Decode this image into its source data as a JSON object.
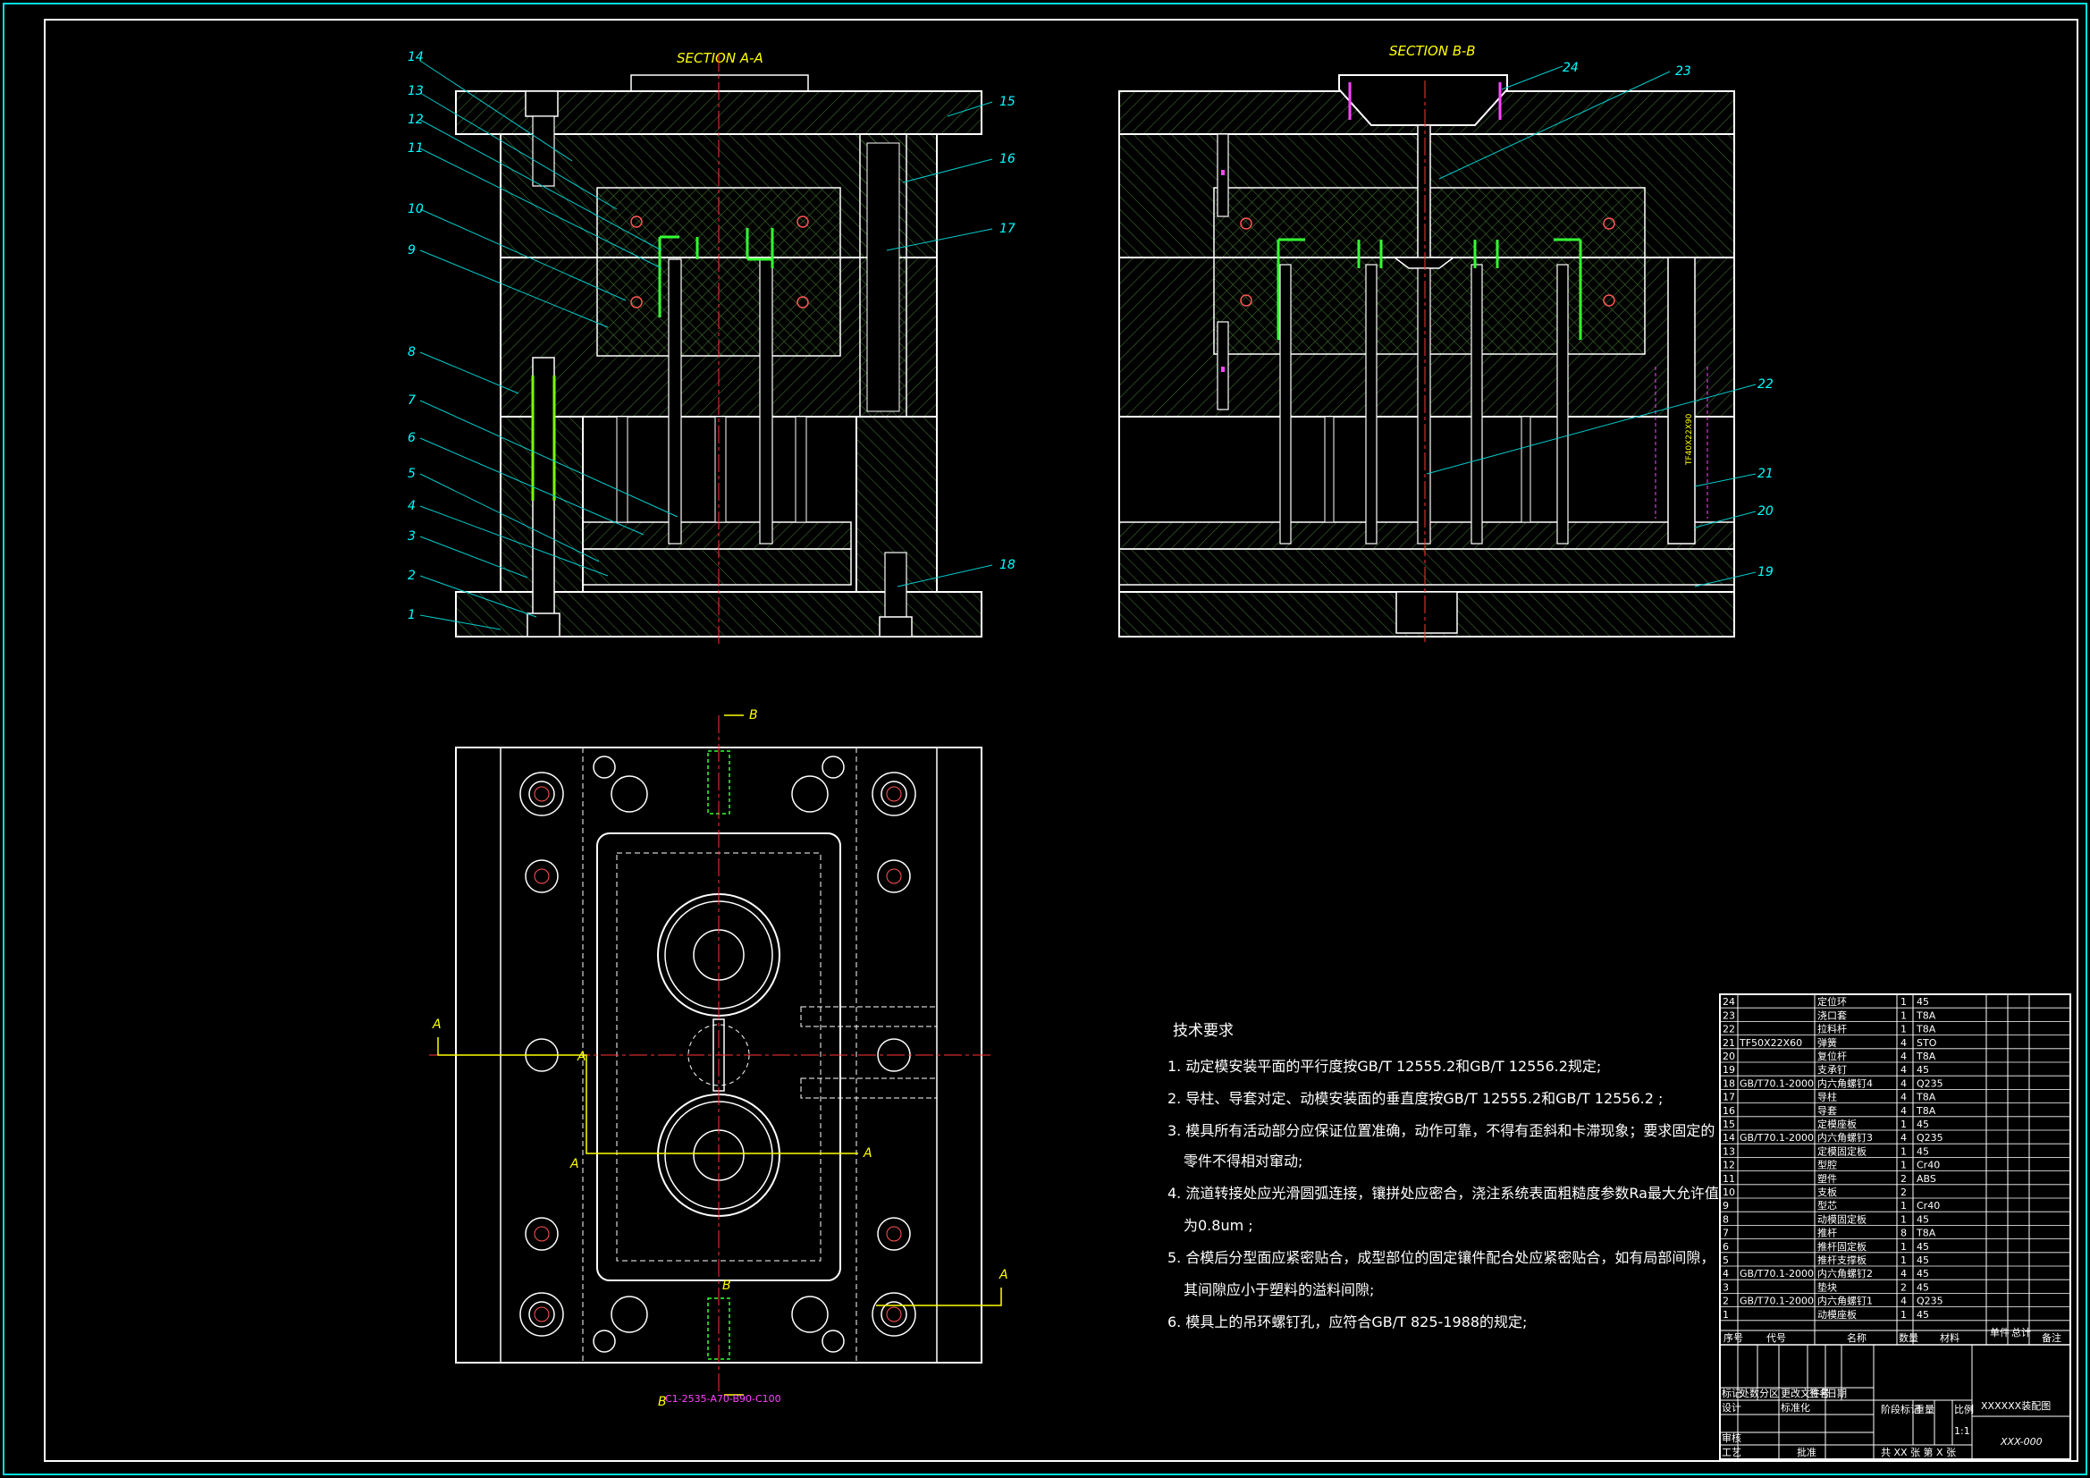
{
  "views": {
    "section_aa": "SECTION A-A",
    "section_bb": "SECTION B-B",
    "a_marker": "A",
    "b_marker": "B",
    "left_callouts": [
      "14",
      "13",
      "12",
      "11",
      "10",
      "9",
      "8",
      "7",
      "6",
      "5",
      "4",
      "3",
      "2",
      "1"
    ],
    "right_callouts_aa": [
      "15",
      "16",
      "17",
      "18"
    ],
    "right_callouts_bb": [
      "24",
      "23",
      "22",
      "21",
      "20",
      "19"
    ],
    "vertical_note": "TF40X22X90",
    "spec_note": "C1-2535-A70-B90-C100"
  },
  "tech": {
    "title": "技术要求",
    "lines": [
      "1. 动定模安装平面的平行度按GB/T 12555.2和GB/T 12556.2规定;",
      "2. 导柱、导套对定、动模安装面的垂直度按GB/T 12555.2和GB/T 12556.2 ;",
      "3. 模具所有活动部分应保证位置准确，动作可靠，不得有歪斜和卡滞现象；要求固定的",
      "零件不得相对窜动;",
      "4. 流道转接处应光滑圆弧连接，镶拼处应密合，浇注系统表面粗糙度参数Ra最大允许值",
      "为0.8um ;",
      "5. 合模后分型面应紧密贴合，成型部位的固定镶件配合处应紧密贴合，如有局部间隙，",
      "其间隙应小于塑料的溢料间隙;",
      "6. 模具上的吊环螺钉孔，应符合GB/T 825-1988的规定;"
    ]
  },
  "bom": {
    "rows": [
      {
        "no": "24",
        "code": "",
        "name": "定位环",
        "qty": "1",
        "mat": "45"
      },
      {
        "no": "23",
        "code": "",
        "name": "浇口套",
        "qty": "1",
        "mat": "T8A"
      },
      {
        "no": "22",
        "code": "",
        "name": "拉料杆",
        "qty": "1",
        "mat": "T8A"
      },
      {
        "no": "21",
        "code": "TF50X22X60",
        "name": "弹簧",
        "qty": "4",
        "mat": "STO"
      },
      {
        "no": "20",
        "code": "",
        "name": "复位杆",
        "qty": "4",
        "mat": "T8A"
      },
      {
        "no": "19",
        "code": "",
        "name": "支承钉",
        "qty": "4",
        "mat": "45"
      },
      {
        "no": "18",
        "code": "GB/T70.1-2000",
        "name": "内六角螺钉4",
        "qty": "4",
        "mat": "Q235"
      },
      {
        "no": "17",
        "code": "",
        "name": "导柱",
        "qty": "4",
        "mat": "T8A"
      },
      {
        "no": "16",
        "code": "",
        "name": "导套",
        "qty": "4",
        "mat": "T8A"
      },
      {
        "no": "15",
        "code": "",
        "name": "定模座板",
        "qty": "1",
        "mat": "45"
      },
      {
        "no": "14",
        "code": "GB/T70.1-2000",
        "name": "内六角螺钉3",
        "qty": "4",
        "mat": "Q235"
      },
      {
        "no": "13",
        "code": "",
        "name": "定模固定板",
        "qty": "1",
        "mat": "45"
      },
      {
        "no": "12",
        "code": "",
        "name": "型腔",
        "qty": "1",
        "mat": "Cr40"
      },
      {
        "no": "11",
        "code": "",
        "name": "塑件",
        "qty": "2",
        "mat": "ABS"
      },
      {
        "no": "10",
        "code": "",
        "name": "支板",
        "qty": "2",
        "mat": ""
      },
      {
        "no": "9",
        "code": "",
        "name": "型芯",
        "qty": "1",
        "mat": "Cr40"
      },
      {
        "no": "8",
        "code": "",
        "name": "动模固定板",
        "qty": "1",
        "mat": "45"
      },
      {
        "no": "7",
        "code": "",
        "name": "推杆",
        "qty": "8",
        "mat": "T8A"
      },
      {
        "no": "6",
        "code": "",
        "name": "推杆固定板",
        "qty": "1",
        "mat": "45"
      },
      {
        "no": "5",
        "code": "",
        "name": "推杆支撑板",
        "qty": "1",
        "mat": "45"
      },
      {
        "no": "4",
        "code": "GB/T70.1-2000",
        "name": "内六角螺钉2",
        "qty": "4",
        "mat": "45"
      },
      {
        "no": "3",
        "code": "",
        "name": "垫块",
        "qty": "2",
        "mat": "45"
      },
      {
        "no": "2",
        "code": "GB/T70.1-2000",
        "name": "内六角螺钉1",
        "qty": "4",
        "mat": "Q235"
      },
      {
        "no": "1",
        "code": "",
        "name": "动模座板",
        "qty": "1",
        "mat": "45"
      }
    ],
    "header": {
      "no": "序号",
      "code": "代号",
      "name": "名称",
      "qty": "数量",
      "mat": "材料",
      "weight": "单件",
      "total": "总计",
      "note": "备注"
    },
    "title": "XXXXXX装配图",
    "drawing_no": "XXX-000",
    "sheets": "共 XX 张  第 X 张",
    "scale": "1:1",
    "labels": {
      "design": "设计",
      "check": "审核",
      "craft": "工艺",
      "stage": "阶段标记",
      "weight": "重量",
      "ratio": "比例",
      "mark": "标记",
      "count": "处数",
      "zone": "分区",
      "docno": "更改文件号",
      "sign": "签名",
      "date": "日期",
      "std": "标准化",
      "approve": "批准"
    }
  }
}
